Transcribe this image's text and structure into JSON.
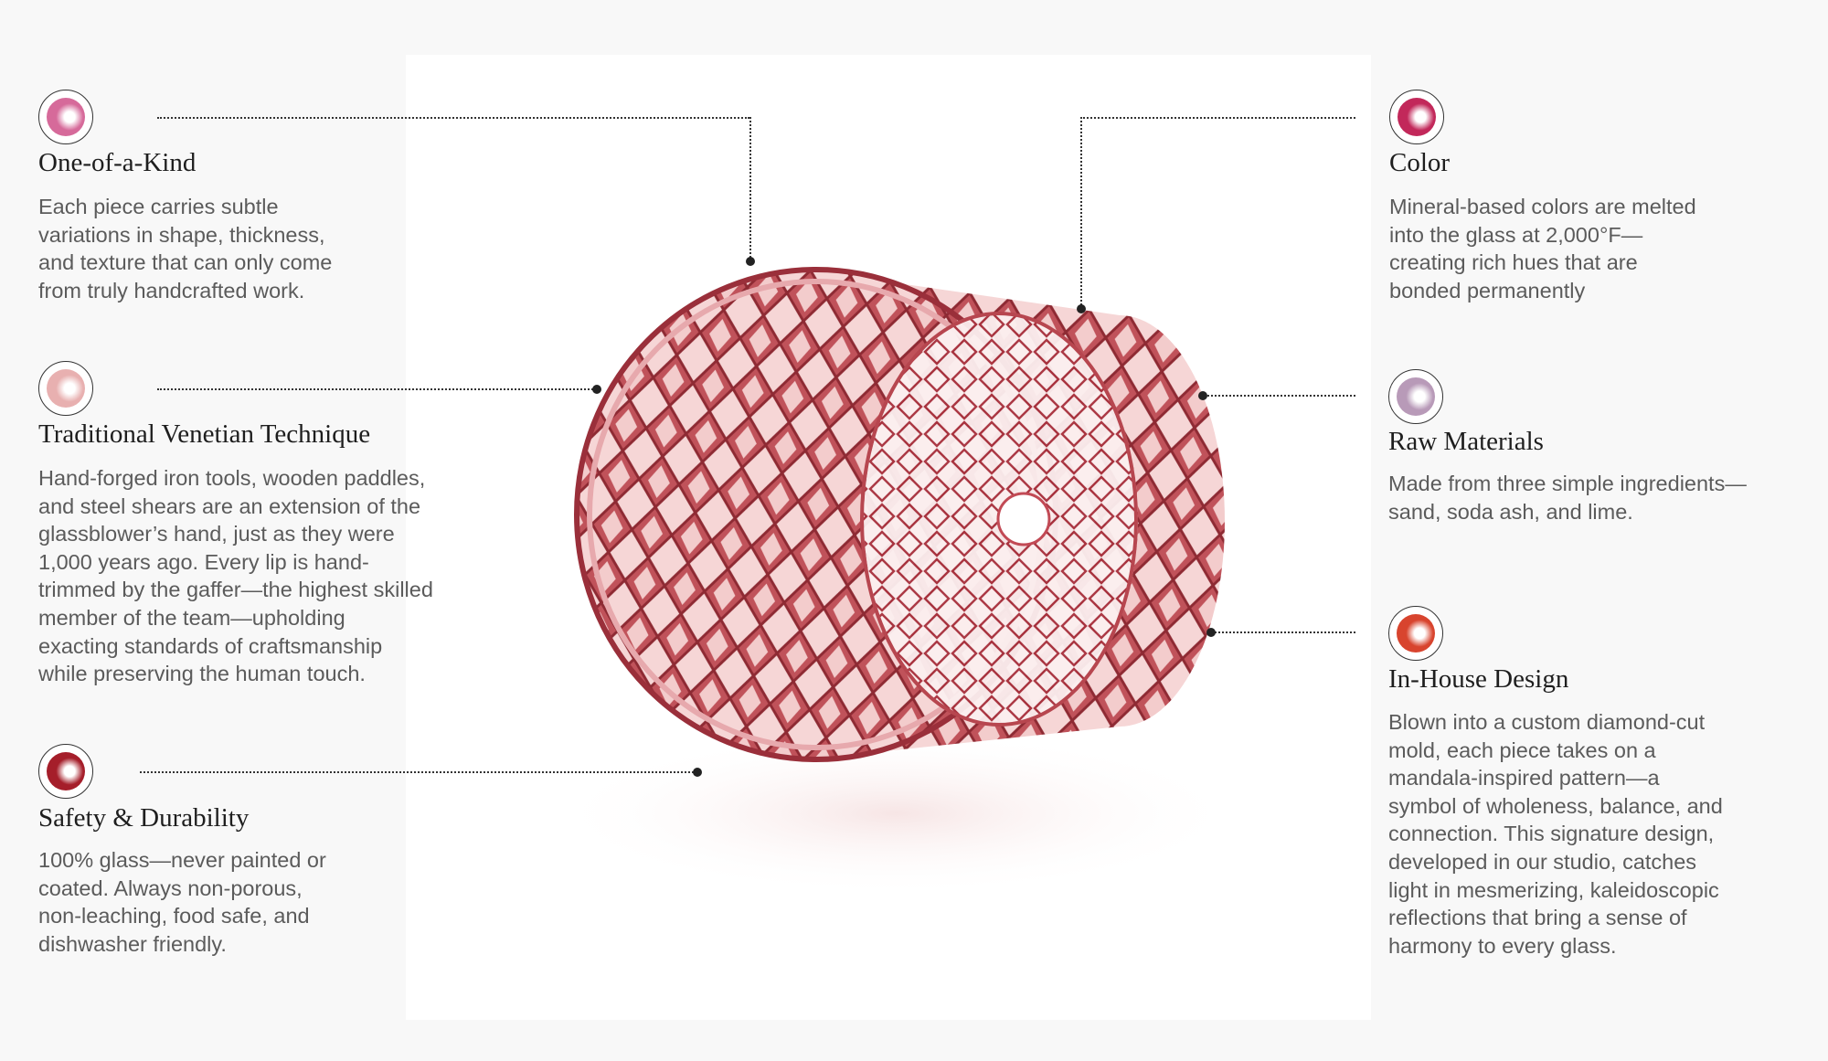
{
  "features": [
    {
      "id": "one-of-a-kind",
      "title": "One-of-a-Kind",
      "body": [
        "Each piece carries subtle",
        "variations in shape, thickness,",
        "and texture that can only come",
        "from truly handcrafted work."
      ],
      "icon": "pink-glass-thumbnail-icon",
      "icon_color": "#d66a9a"
    },
    {
      "id": "traditional-venetian-technique",
      "title": "Traditional Venetian Technique",
      "body": [
        "Hand-forged iron tools, wooden paddles,",
        "and steel shears are an extension of the",
        "glassblower’s hand, just as they were",
        "1,000 years ago. Every lip is hand-",
        "trimmed by the gaffer—the highest skilled",
        "member of the team—upholding",
        "exacting standards of craftsmanship",
        "while preserving the human touch."
      ],
      "icon": "clear-pink-glass-thumbnail-icon",
      "icon_color": "#e8b0b0"
    },
    {
      "id": "safety-durability",
      "title": "Safety & Durability",
      "body": [
        "100% glass—never painted or",
        "coated. Always non-porous,",
        "non-leaching, food safe, and",
        "dishwasher friendly."
      ],
      "icon": "red-glass-thumbnail-icon",
      "icon_color": "#a51e2a"
    },
    {
      "id": "color",
      "title": "Color",
      "body": [
        "Mineral-based colors are melted",
        "into the glass at 2,000°F—",
        "creating rich hues that are",
        "bonded permanently"
      ],
      "icon": "magenta-glass-thumbnail-icon",
      "icon_color": "#c2285a"
    },
    {
      "id": "raw-materials",
      "title": "Raw Materials",
      "body": [
        "Made from three simple ingredients—",
        "sand, soda ash, and lime."
      ],
      "icon": "lavender-glass-thumbnail-icon",
      "icon_color": "#b89ab8"
    },
    {
      "id": "in-house-design",
      "title": "In-House Design",
      "body": [
        "Blown into a custom diamond-cut",
        "mold, each piece takes on a",
        "mandala-inspired pattern—a",
        "symbol of wholeness, balance, and",
        "connection. This signature design,",
        "developed in our studio, catches",
        "light in mesmerizing, kaleidoscopic",
        "reflections that bring a sense of",
        "harmony to every glass."
      ],
      "icon": "coral-red-glass-thumbnail-icon",
      "icon_color": "#d8442e"
    }
  ],
  "product": {
    "glass_color": "#b8404a",
    "glass_light": "#f2c4c4"
  }
}
